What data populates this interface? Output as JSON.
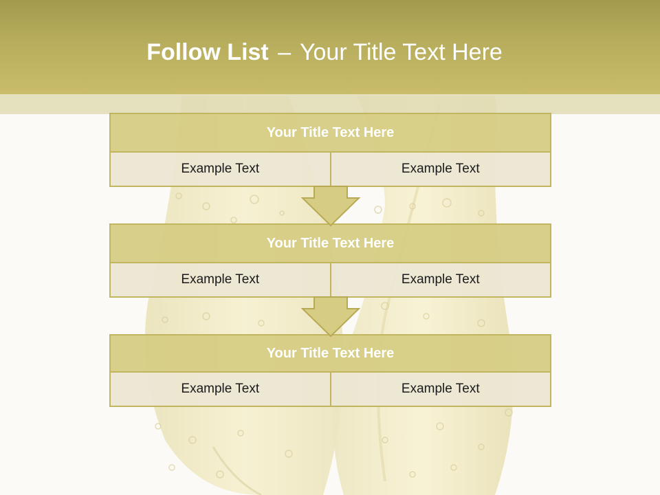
{
  "slide": {
    "title_bold": "Follow List",
    "title_separator": "–",
    "title_rest": "Your Title Text Here"
  },
  "blocks": [
    {
      "title": "Your Title Text Here",
      "cells": [
        "Example Text",
        "Example Text"
      ]
    },
    {
      "title": "Your Title Text Here",
      "cells": [
        "Example Text",
        "Example Text"
      ]
    },
    {
      "title": "Your Title Text Here",
      "cells": [
        "Example Text",
        "Example Text"
      ]
    }
  ],
  "colors": {
    "header": "#b7ad5c",
    "block_title": "#d6cc84",
    "cell": "#ece7d3",
    "border": "#c2b560",
    "arrow": "#d6cc84"
  },
  "icons": [
    "down-arrow-icon",
    "champagne-glasses-illustration"
  ]
}
